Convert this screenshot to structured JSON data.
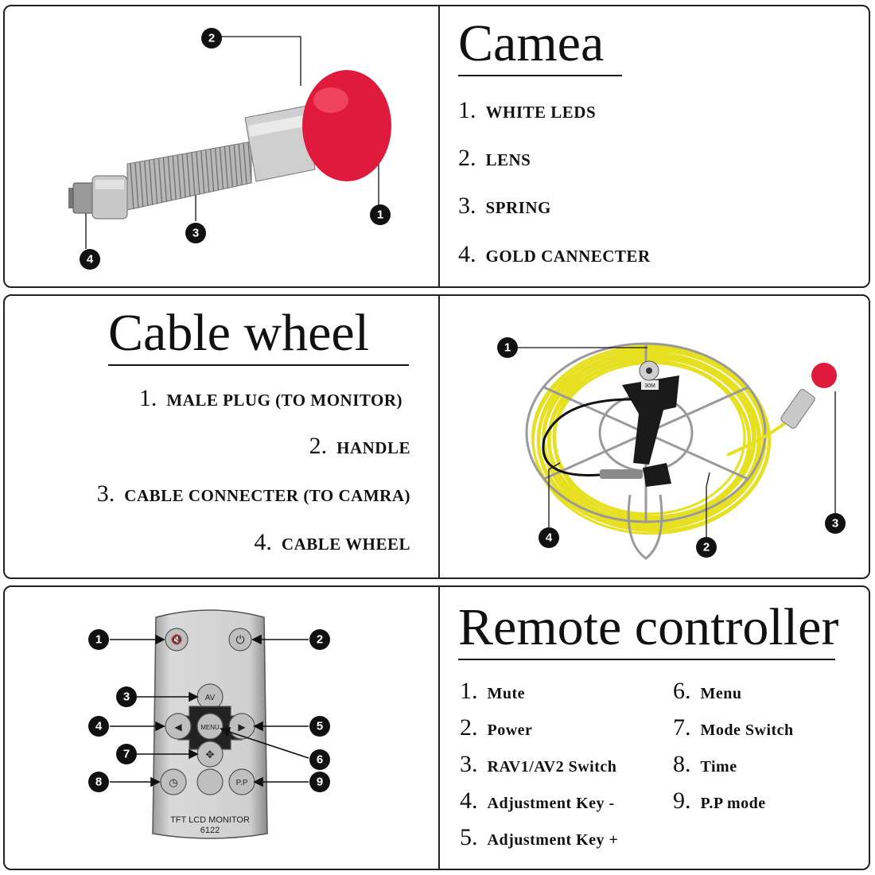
{
  "camera": {
    "title": "Camea",
    "items": [
      {
        "num": "1.",
        "label": "WHITE LEDS"
      },
      {
        "num": "2.",
        "label": "LENS"
      },
      {
        "num": "3.",
        "label": "SPRING"
      },
      {
        "num": "4.",
        "label": "GOLD CANNECTER"
      }
    ],
    "callouts": [
      "1",
      "2",
      "3",
      "4"
    ]
  },
  "cable_wheel": {
    "title": "Cable wheel",
    "items": [
      {
        "num": "1.",
        "label": "MALE PLUG (TO MONITOR)"
      },
      {
        "num": "2.",
        "label": "HANDLE"
      },
      {
        "num": "3.",
        "label": "CABLE CONNECTER (TO CAMRA)"
      },
      {
        "num": "4.",
        "label": "CABLE WHEEL"
      }
    ],
    "callouts": [
      "1",
      "2",
      "3",
      "4"
    ],
    "handle_tag": "30M"
  },
  "remote": {
    "title": "Remote controller",
    "items_left": [
      {
        "num": "1.",
        "label": "Mute"
      },
      {
        "num": "2.",
        "label": "Power"
      },
      {
        "num": "3.",
        "label": "RAV1/AV2 Switch"
      },
      {
        "num": "4.",
        "label": "Adjustment Key -"
      },
      {
        "num": "5.",
        "label": "Adjustment Key +"
      }
    ],
    "items_right": [
      {
        "num": "6.",
        "label": "Menu"
      },
      {
        "num": "7.",
        "label": "Mode Switch"
      },
      {
        "num": "8.",
        "label": "Time"
      },
      {
        "num": "9.",
        "label": "P.P mode"
      }
    ],
    "callouts": [
      "1",
      "2",
      "3",
      "4",
      "5",
      "6",
      "7",
      "8",
      "9"
    ],
    "buttons": {
      "av": "AV",
      "menu": "MENU",
      "pp": "P.P"
    },
    "device_label_1": "TFT LCD MONITOR",
    "device_label_2": "6122"
  }
}
